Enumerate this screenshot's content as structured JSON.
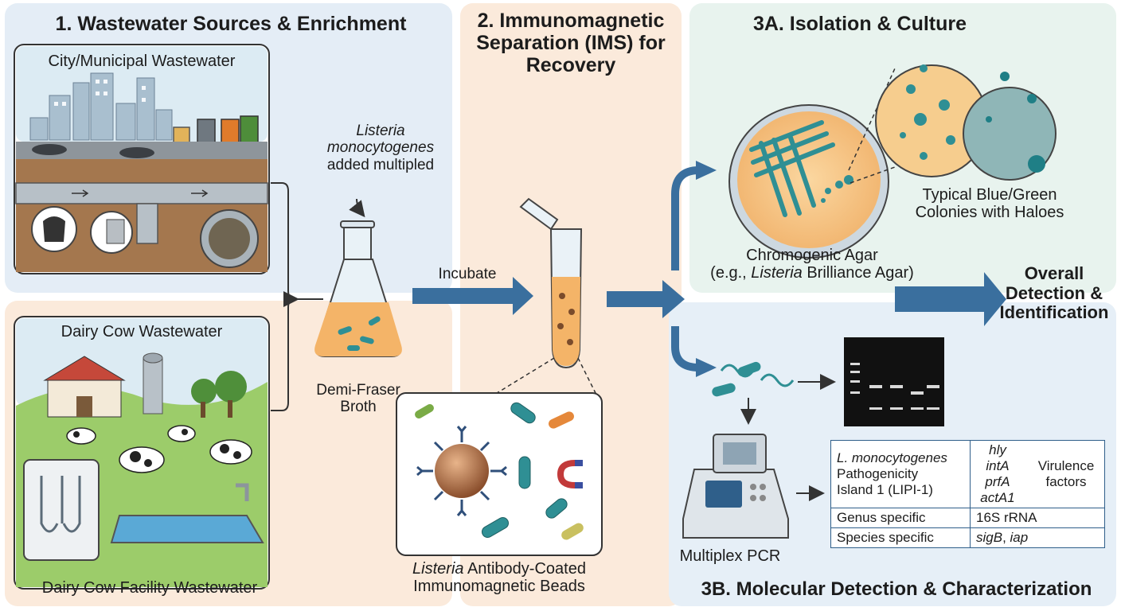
{
  "panel1": {
    "heading": "1. Wastewater Sources & Enrichment",
    "city_label": "City/Municipal Wastewater",
    "dairy_label": "Dairy Cow Wastewater",
    "facility_label": "Dairy Cow Facility Wastewater",
    "spike_species": "Listeria",
    "spike_species2": "monocytogenes",
    "spike_note": "added multipled",
    "broth_label_1": "Demi-Fraser",
    "broth_label_2": "Broth",
    "incubate_label": "Incubate"
  },
  "panel2": {
    "heading_1": "2. Immunomagnetic",
    "heading_2": "Separation (IMS) for",
    "heading_3": "Recovery",
    "beads_genus": "Listeria",
    "beads_rest": "Antibody-Coated",
    "beads_line2": "Immunomagnetic Beads"
  },
  "panel3a": {
    "heading": "3A. Isolation & Culture",
    "agar_line1": "Chromogenic Agar",
    "agar_prefix": "(e.g., ",
    "agar_genus": "Listeria",
    "agar_suffix": " Brilliance Agar)",
    "colonies_line1": "Typical Blue/Green",
    "colonies_line2": "Colonies with Haloes"
  },
  "overall": {
    "line1": "Overall",
    "line2": "Detection &",
    "line3": "Identification"
  },
  "panel3b": {
    "heading": "3B. Molecular Detection & Characterization",
    "pcr_label": "Multiplex PCR",
    "table": {
      "lipi_species": "L. monocytogenes",
      "lipi_line2": "Pathogenicity",
      "lipi_line3": "Island 1 (LIPI-1)",
      "genes": [
        "hly",
        "intA",
        "prfA",
        "actA1"
      ],
      "virulence_line1": "Virulence",
      "virulence_line2": "factors",
      "genus_label": "Genus specific",
      "genus_gene": "16S rRNA",
      "species_label": "Species specific",
      "species_gene_1": "sigB",
      "species_gene_sep": ", ",
      "species_gene_2": "iap"
    }
  },
  "colors": {
    "arrow_blue": "#3a6f9e",
    "panel1_bg": "#e4edf6",
    "panel_peach": "#fbeadb",
    "panel3a_bg": "#e8f3ee",
    "panel3b_bg": "#e6eff7",
    "broth": "#f4b468",
    "colony": "#2f8f94"
  }
}
